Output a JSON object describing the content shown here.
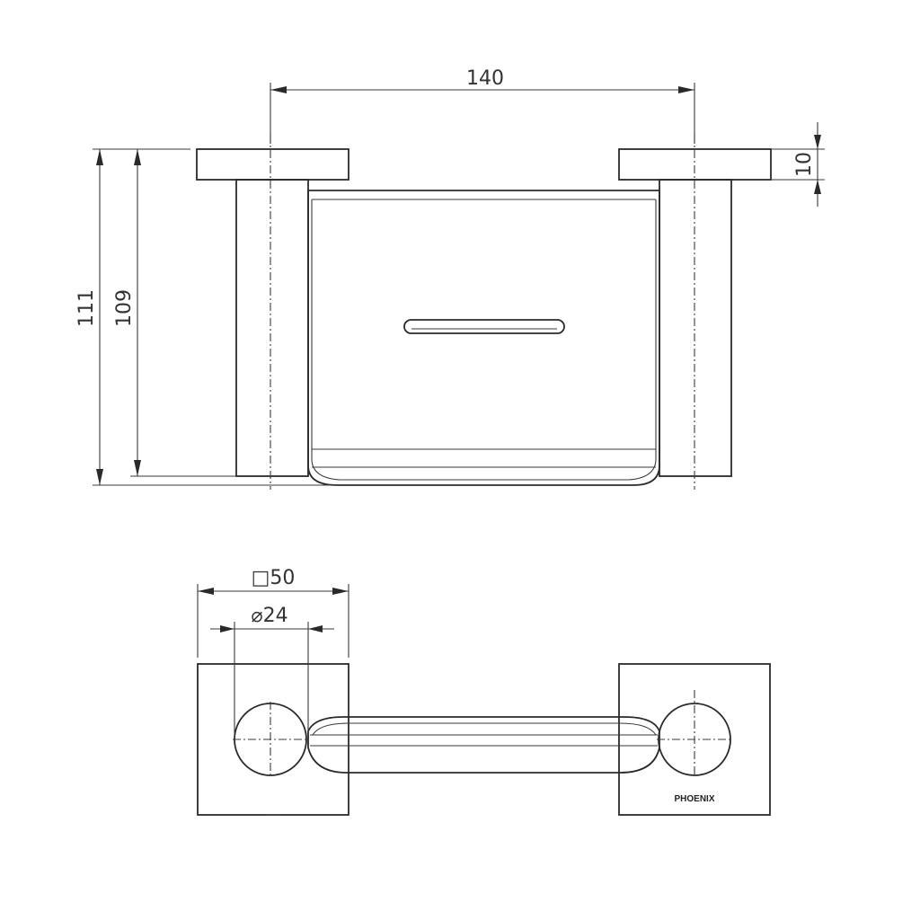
{
  "dimensions": {
    "width_between_posts": "140",
    "plate_thickness": "10",
    "overall_height": "111",
    "post_height": "109",
    "plate_size": "□50",
    "post_diameter": "⌀24"
  },
  "brand": "PHOENIX",
  "colors": {
    "line": "#2a2a2a",
    "background": "#ffffff"
  }
}
